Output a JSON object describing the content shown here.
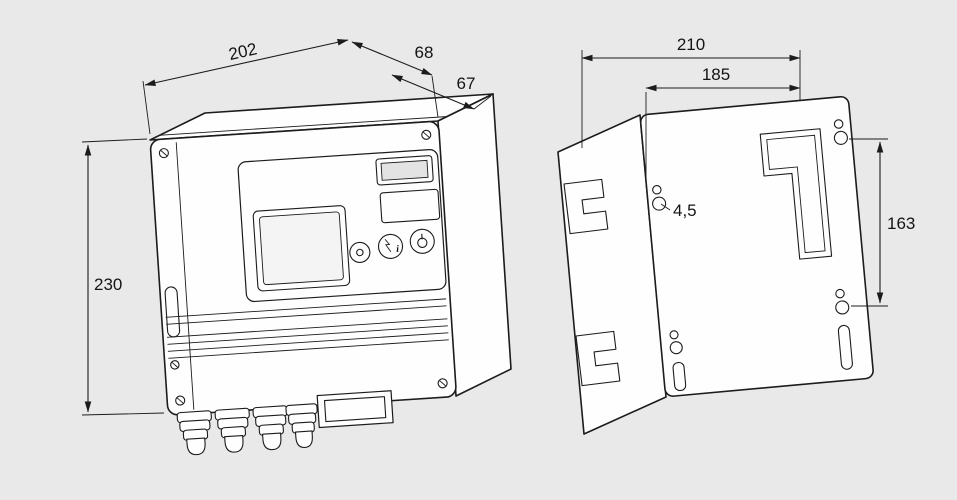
{
  "meta": {
    "background_color": "#e9e9e9",
    "line_color": "#1c1c1c",
    "body_fill": "#fefefe"
  },
  "left_unit": {
    "dimensions": {
      "width": "202",
      "depth_total": "68",
      "depth_housing": "67",
      "height": "230"
    },
    "panel": {
      "info_letter": "i"
    },
    "icons": [
      "power-icon",
      "lightning-info-icon",
      "status-dot-icon",
      "screw-icon",
      "cable-gland"
    ]
  },
  "right_unit": {
    "dimensions": {
      "mount_width_total": "210",
      "mount_hole_spacing_h": "185",
      "hole_diameter": "4,5",
      "mount_hole_spacing_v": "163"
    },
    "icons": [
      "mounting-hole",
      "keyhole-slot",
      "din-clip"
    ]
  }
}
